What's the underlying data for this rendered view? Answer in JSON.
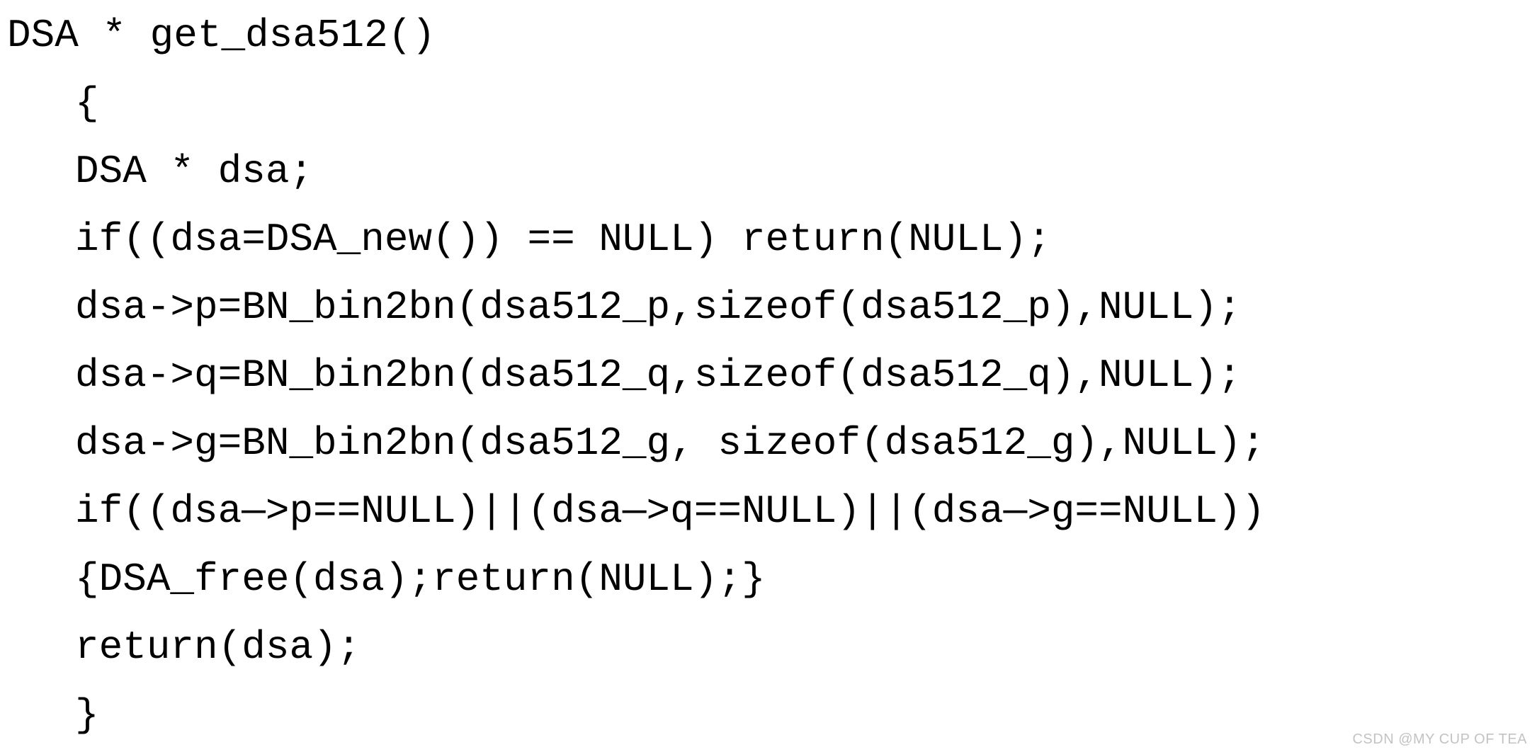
{
  "page": {
    "background_color": "#ffffff",
    "text_color": "#000000"
  },
  "code_snippet": {
    "lines": [
      {
        "text": "DSA * get_dsa512()",
        "indent": 0
      },
      {
        "text": "{",
        "indent": 1
      },
      {
        "text": "DSA * dsa;",
        "indent": 1
      },
      {
        "text": "if((dsa=DSA_new()) == NULL) return(NULL);",
        "indent": 1
      },
      {
        "text": "dsa->p=BN_bin2bn(dsa512_p,sizeof(dsa512_p),NULL);",
        "indent": 1
      },
      {
        "text": "dsa->q=BN_bin2bn(dsa512_q,sizeof(dsa512_q),NULL);",
        "indent": 1
      },
      {
        "text": "dsa->g=BN_bin2bn(dsa512_g, sizeof(dsa512_g),NULL);",
        "indent": 1
      },
      {
        "text": "if((dsa—>p==NULL)||(dsa—>q==NULL)||(dsa—>g==NULL))",
        "indent": 1
      },
      {
        "text": "{DSA_free(dsa);return(NULL);}",
        "indent": 1
      },
      {
        "text": "return(dsa);",
        "indent": 1
      },
      {
        "text": "}",
        "indent": 1
      }
    ]
  },
  "watermark": {
    "text": "CSDN @MY CUP OF TEA",
    "color": "#c3c3c3"
  }
}
